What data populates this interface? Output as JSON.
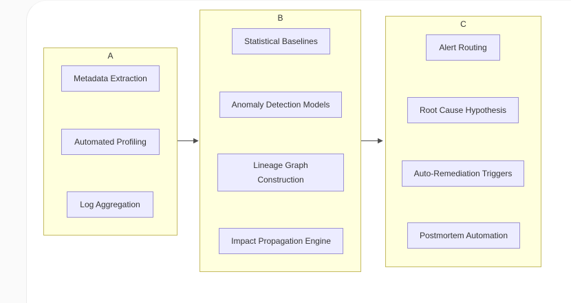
{
  "diagram": {
    "type": "flowchart",
    "groups": [
      {
        "id": "A",
        "title": "A",
        "nodes": [
          {
            "id": "A1",
            "label": "Metadata Extraction"
          },
          {
            "id": "A2",
            "label": "Automated Profiling"
          },
          {
            "id": "A3",
            "label": "Log Aggregation"
          }
        ]
      },
      {
        "id": "B",
        "title": "B",
        "nodes": [
          {
            "id": "B1",
            "label": "Statistical Baselines"
          },
          {
            "id": "B2",
            "label": "Anomaly Detection Models"
          },
          {
            "id": "B3",
            "label": "Lineage Graph Construction"
          },
          {
            "id": "B4",
            "label": "Impact Propagation Engine"
          }
        ]
      },
      {
        "id": "C",
        "title": "C",
        "nodes": [
          {
            "id": "C1",
            "label": "Alert Routing"
          },
          {
            "id": "C2",
            "label": "Root Cause Hypothesis"
          },
          {
            "id": "C3",
            "label": "Auto-Remediation Triggers"
          },
          {
            "id": "C4",
            "label": "Postmortem Automation"
          }
        ]
      }
    ],
    "edges": [
      {
        "from": "Metadata Extraction",
        "to": "Automated Profiling"
      },
      {
        "from": "Automated Profiling",
        "to": "Log Aggregation"
      },
      {
        "from": "Statistical Baselines",
        "to": "Anomaly Detection Models"
      },
      {
        "from": "Anomaly Detection Models",
        "to": "Lineage Graph Construction"
      },
      {
        "from": "Lineage Graph Construction",
        "to": "Impact Propagation Engine"
      },
      {
        "from": "Alert Routing",
        "to": "Root Cause Hypothesis"
      },
      {
        "from": "Root Cause Hypothesis",
        "to": "Auto-Remediation Triggers"
      },
      {
        "from": "Auto-Remediation Triggers",
        "to": "Postmortem Automation"
      },
      {
        "from": "A",
        "to": "B"
      },
      {
        "from": "B",
        "to": "C"
      }
    ],
    "colors": {
      "node_fill": "#ececff",
      "node_border": "#9f94d1",
      "cluster_fill": "#ffffde",
      "cluster_border": "#c5bb62",
      "edge": "#4d4d4d",
      "text": "#333333",
      "canvas": "#ffffff",
      "page_background": "#fafafa"
    }
  }
}
